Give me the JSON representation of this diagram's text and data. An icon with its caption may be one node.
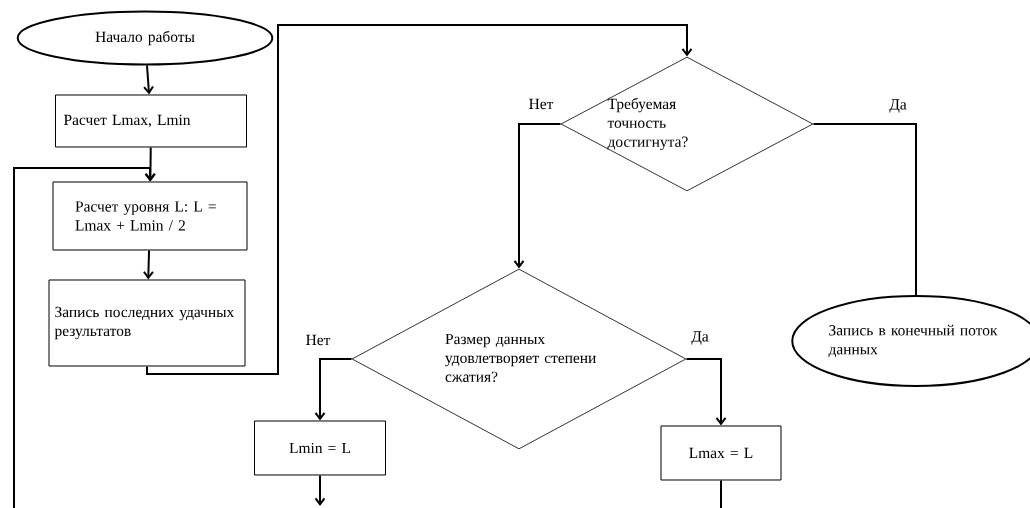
{
  "diagram": {
    "nodes": [
      {
        "text": [
          "Начало работы"
        ]
      },
      {
        "text": [
          "Расчет Lmax, Lmin"
        ]
      },
      {
        "text": [
          "Расчет уровня L: L = Lmax + Lmin / 2"
        ]
      },
      {
        "text": [
          "Запись последних удачных результатов"
        ]
      },
      {
        "text": [
          "Требуемая точность достигнута?"
        ]
      },
      {
        "text": [
          "Размер данных удовлетворяет степени сжатия?"
        ]
      },
      {
        "text": [
          "Lmin = L"
        ]
      },
      {
        "text": [
          "Lmax = L"
        ]
      },
      {
        "text": [
          "Запись в конечный поток данных"
        ]
      }
    ],
    "edges": [
      {
        "from": 0,
        "to": 1,
        "arrow": "to"
      },
      {
        "from": 1,
        "to": 2,
        "arrow": "to"
      },
      {
        "from": 2,
        "to": 3,
        "arrow": "to"
      },
      {
        "from": 3,
        "to": 4,
        "arrow": "to"
      },
      {
        "from": 4,
        "to": 5,
        "arrow": "to",
        "label": "Нет"
      },
      {
        "from": 4,
        "to": 8,
        "arrow": "none",
        "label": "Да"
      },
      {
        "from": 5,
        "to": 6,
        "arrow": "to",
        "label": "Нет"
      },
      {
        "from": 5,
        "to": 7,
        "arrow": "to",
        "label": "Да"
      },
      {
        "from": 6,
        "to": null,
        "arrow": "to"
      },
      {
        "from": 7,
        "to": null,
        "arrow": "none"
      },
      {
        "from": null,
        "to": 2,
        "arrow": "to"
      }
    ]
  }
}
